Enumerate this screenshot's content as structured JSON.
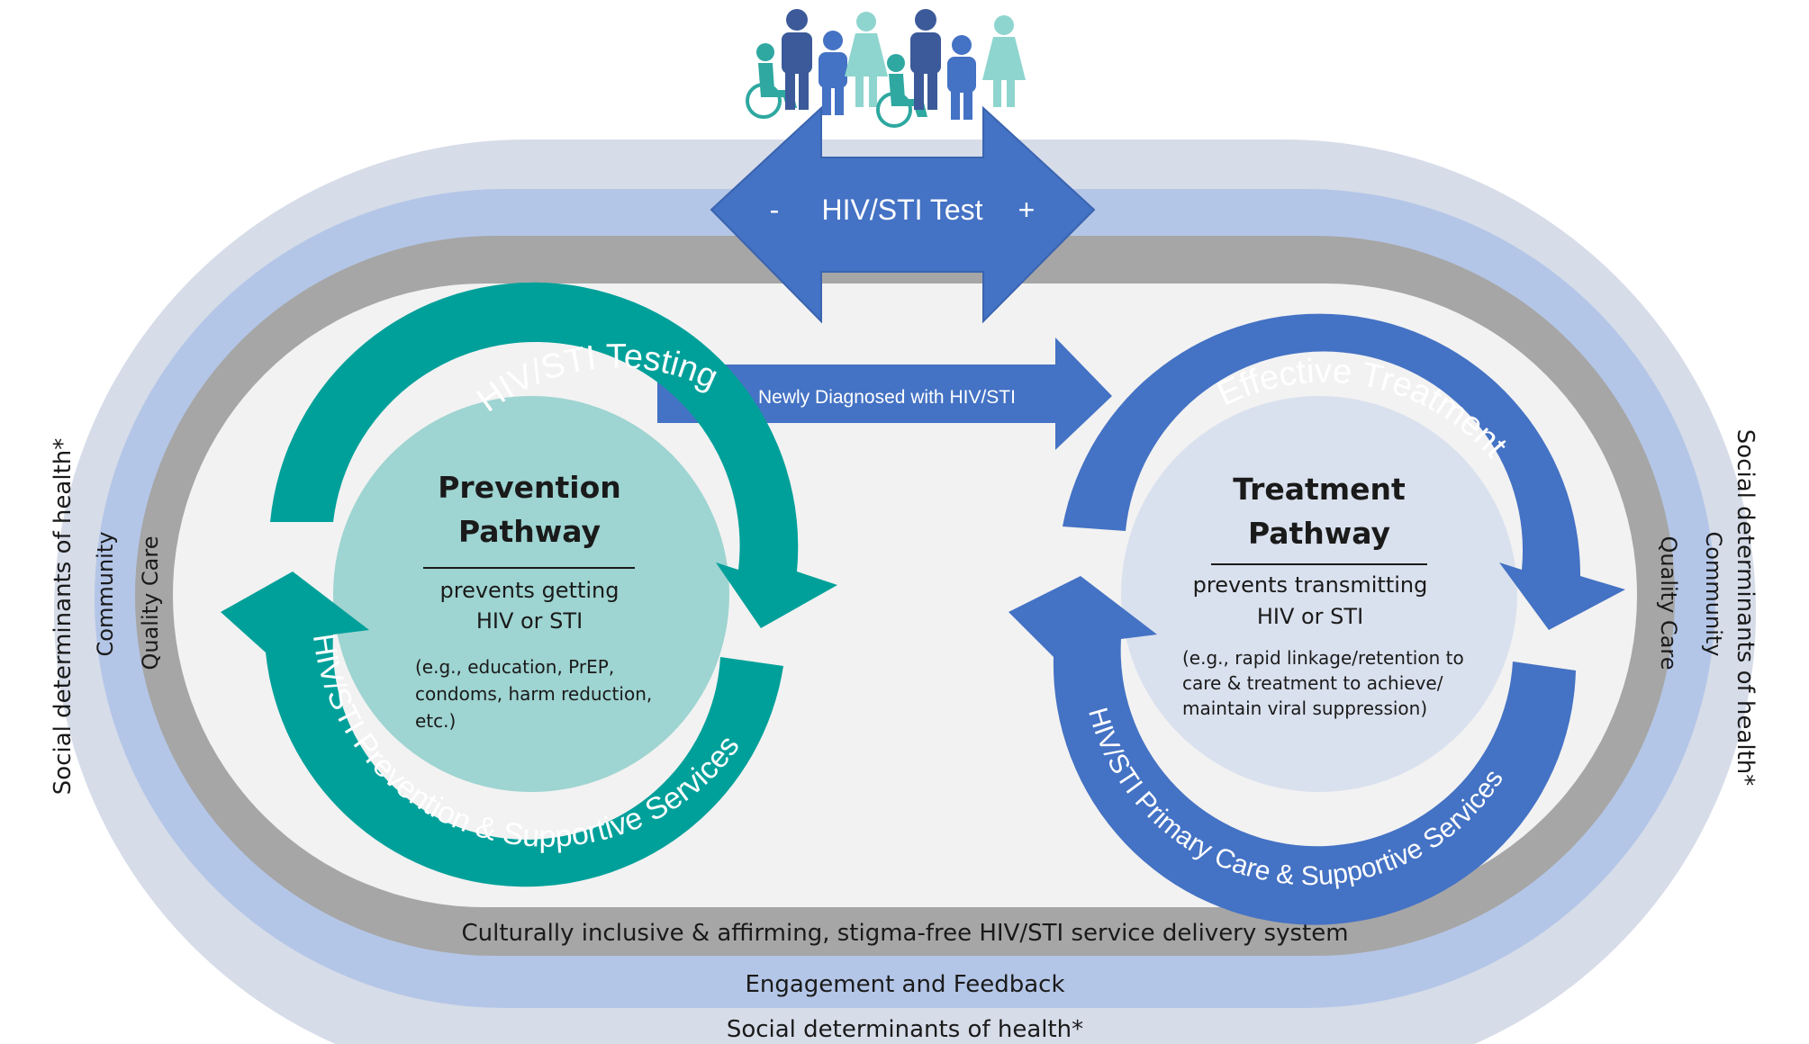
{
  "rings": {
    "social_bottom": "Social determinants of health*",
    "social_left": "Social determinants of health*",
    "social_right": "Social determinants of health*",
    "engagement": "Engagement and Feedback",
    "community_left": "Community",
    "community_right": "Community",
    "quality_left": "Quality Care",
    "quality_right": "Quality Care",
    "service_system": "Culturally inclusive & affirming, stigma-free HIV/STI service delivery system"
  },
  "test_arrow": {
    "minus": "-",
    "label": "HIV/STI Test",
    "plus": "+"
  },
  "connector_arrow": {
    "label": "Newly Diagnosed with HIV/STI"
  },
  "prevention": {
    "arc_top": "HIV/STI Testing",
    "arc_bottom": "HIV/STI Prevention & Supportive Services",
    "title_line1": "Prevention",
    "title_line2": "Pathway",
    "sub_line1": "prevents getting",
    "sub_line2": "HIV or STI",
    "ex_line1": "(e.g., education, PrEP,",
    "ex_line2": "condoms, harm reduction,",
    "ex_line3": "etc.)"
  },
  "treatment": {
    "arc_top": "Effective Treatment",
    "arc_bottom": "HIV/STI Primary Care & Supportive Services",
    "title_line1": "Treatment",
    "title_line2": "Pathway",
    "sub_line1": "prevents transmitting",
    "sub_line2": "HIV or STI",
    "ex_line1": "(e.g., rapid linkage/retention to",
    "ex_line2": "care & treatment to achieve/",
    "ex_line3": "maintain viral suppression)"
  },
  "colors": {
    "outer_ring": "#d6dce8",
    "middle_ring": "#b4c6e7",
    "gray_ring": "#a6a6a6",
    "inner_field": "#f2f2f2",
    "teal": "#00a09a",
    "teal_light": "#9ed4d1",
    "blue": "#4472c4",
    "blue_light": "#dae1ee",
    "person_navy": "#3c5a9a",
    "person_blue": "#4472c4",
    "person_teal": "#2ea8a0",
    "person_mint": "#8fd5cf"
  },
  "icons": [
    "person-icon",
    "wheelchair-user-icon"
  ]
}
